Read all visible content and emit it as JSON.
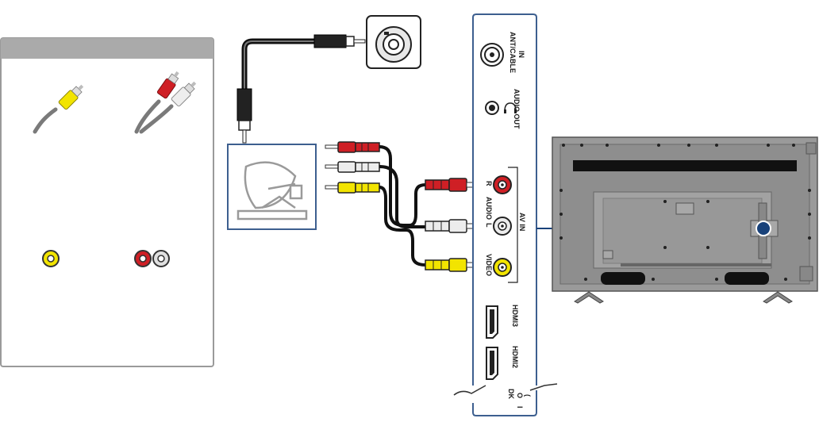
{
  "legend_panel": {
    "title": "",
    "connector_icons": [
      "composite-video-plug-icon",
      "stereo-audio-plug-icon"
    ],
    "jack_icons": [
      "composite-video-jack-icon",
      "stereo-audio-jack-icon"
    ]
  },
  "tv_panel": {
    "ant_label": "ANT/CABLE",
    "ant_label2": "IN",
    "audio_out_label": "AUDIO OUT",
    "audio_label": "AUDIO",
    "r_label": "R",
    "l_label": "L",
    "av_in_label": "AV IN",
    "video_label": "VIDEO",
    "hdmi3_label": "HDMI3",
    "hdmi2_label": "HDMI2",
    "cut_label": "DK",
    "cut_label2": "O",
    "cut_label3": "(",
    "cut_label4": "I"
  },
  "source_device": {
    "icon": "satellite-dish-icon"
  },
  "wall_outlet": {
    "icon": "coaxial-outlet-icon"
  },
  "colors": {
    "red": "#cf1f25",
    "white": "#e9e9e9",
    "yellow": "#f2e400",
    "outline": "#3d5f8f",
    "callout": "#19427a",
    "tv_body": "#9a9a9a"
  }
}
